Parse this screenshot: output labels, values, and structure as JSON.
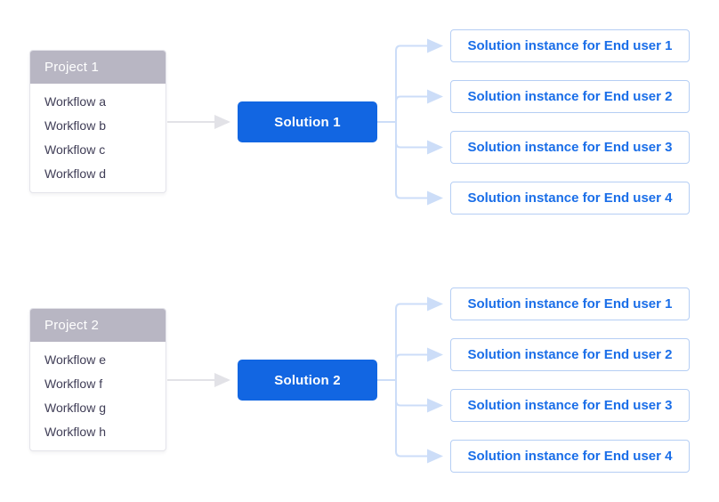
{
  "colors": {
    "solution_bg": "#1266e2",
    "solution_text": "#ffffff",
    "instance_border": "#b5cef4",
    "instance_text": "#1a6ee8",
    "connector_blue": "#ccddf8",
    "connector_gray": "#e2e2e7",
    "project_header_bg": "#b8b6c3",
    "project_header_text": "#ffffff",
    "project_border": "#e4e4ea",
    "workflow_text": "#3f3d56",
    "background": "#ffffff"
  },
  "sections": [
    {
      "project": {
        "title": "Project 1",
        "workflows": [
          "Workflow a",
          "Workflow b",
          "Workflow c",
          "Workflow d"
        ]
      },
      "solution": "Solution 1",
      "instances": [
        "Solution instance for End user 1",
        "Solution instance for End user 2",
        "Solution instance for End user 3",
        "Solution instance for End user 4"
      ]
    },
    {
      "project": {
        "title": "Project 2",
        "workflows": [
          "Workflow e",
          "Workflow f",
          "Workflow g",
          "Workflow h"
        ]
      },
      "solution": "Solution 2",
      "instances": [
        "Solution instance for End user 1",
        "Solution instance for End user 2",
        "Solution instance for End user 3",
        "Solution instance for End user 4"
      ]
    }
  ]
}
